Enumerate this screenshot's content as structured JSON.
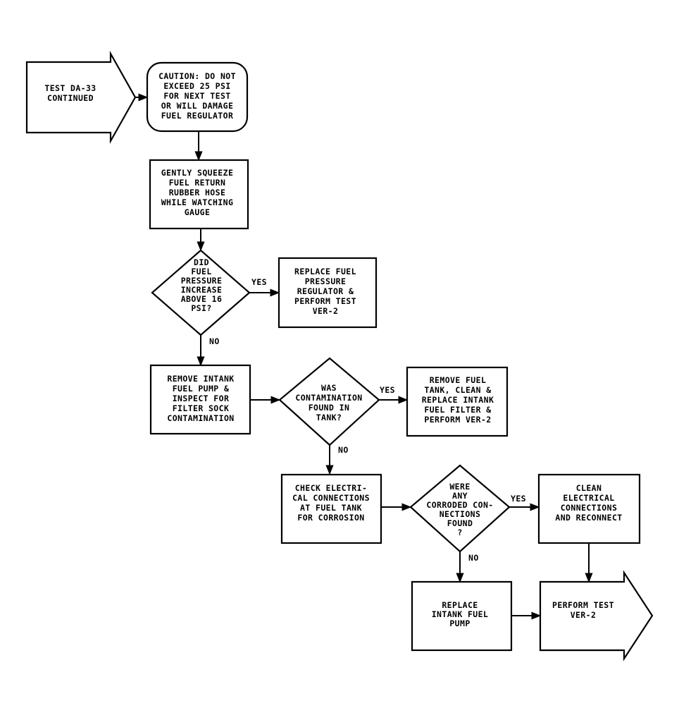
{
  "colors": {
    "stroke": "#000000",
    "background": "#ffffff"
  },
  "nodes": {
    "start": {
      "lines": [
        "TEST DA-33",
        "CONTINUED"
      ]
    },
    "caution": {
      "lines": [
        "CAUTION: DO NOT",
        "EXCEED 25 PSI",
        "FOR NEXT TEST",
        "OR WILL DAMAGE",
        "FUEL REGULATOR"
      ]
    },
    "squeeze": {
      "lines": [
        "GENTLY SQUEEZE",
        "FUEL RETURN",
        "RUBBER HOSE",
        "WHILE WATCHING",
        "GAUGE"
      ]
    },
    "decision_pressure": {
      "lines": [
        "DID",
        "FUEL",
        "PRESSURE",
        "INCREASE",
        "ABOVE 16",
        "PSI?"
      ]
    },
    "replace_regulator": {
      "lines": [
        "REPLACE FUEL",
        "PRESSURE",
        "REGULATOR &",
        "PERFORM TEST",
        "VER-2"
      ]
    },
    "remove_pump": {
      "lines": [
        "REMOVE INTANK",
        "FUEL PUMP &",
        "INSPECT FOR",
        "FILTER SOCK",
        "CONTAMINATION"
      ]
    },
    "decision_contamination": {
      "lines": [
        "WAS",
        "CONTAMINATION",
        "FOUND IN",
        "TANK?"
      ]
    },
    "clean_tank": {
      "lines": [
        "REMOVE FUEL",
        "TANK, CLEAN &",
        "REPLACE INTANK",
        "FUEL FILTER &",
        "PERFORM VER-2"
      ]
    },
    "check_electrical": {
      "lines": [
        "CHECK ELECTRI-",
        "CAL CONNECTIONS",
        "AT FUEL TANK",
        "FOR CORROSION"
      ]
    },
    "decision_corroded": {
      "lines": [
        "WERE",
        "ANY",
        "CORRODED CON-",
        "NECTIONS",
        "FOUND",
        "?"
      ]
    },
    "clean_electrical": {
      "lines": [
        "CLEAN",
        "ELECTRICAL",
        "CONNECTIONS",
        "AND RECONNECT"
      ]
    },
    "replace_pump": {
      "lines": [
        "REPLACE",
        "INTANK FUEL",
        "PUMP"
      ]
    },
    "end": {
      "lines": [
        "PERFORM TEST",
        "VER-2"
      ]
    }
  },
  "edge_labels": {
    "pressure_yes": "YES",
    "pressure_no": "NO",
    "contamination_yes": "YES",
    "contamination_no": "NO",
    "corroded_yes": "YES",
    "corroded_no": "NO"
  }
}
